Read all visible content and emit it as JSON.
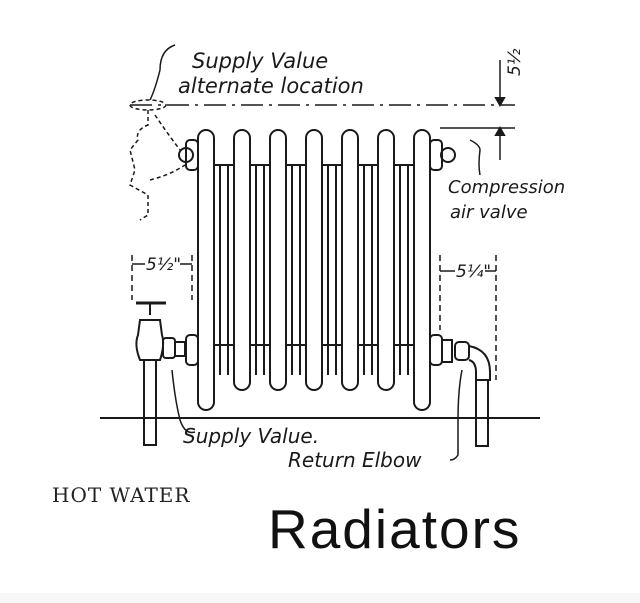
{
  "diagram": {
    "labels": {
      "supply_valve_alt_1": "Supply Value",
      "supply_valve_alt_2": "alternate location",
      "compression_1": "Compression",
      "compression_2": "air valve",
      "supply_valve": "Supply Value.",
      "return_elbow": "Return Elbow"
    },
    "dimensions": {
      "top_clearance": "5½",
      "left_offset": "5½\"",
      "right_offset": "5¼\""
    }
  },
  "caption": {
    "subtitle": "HOT WATER",
    "title": "Radiators"
  }
}
